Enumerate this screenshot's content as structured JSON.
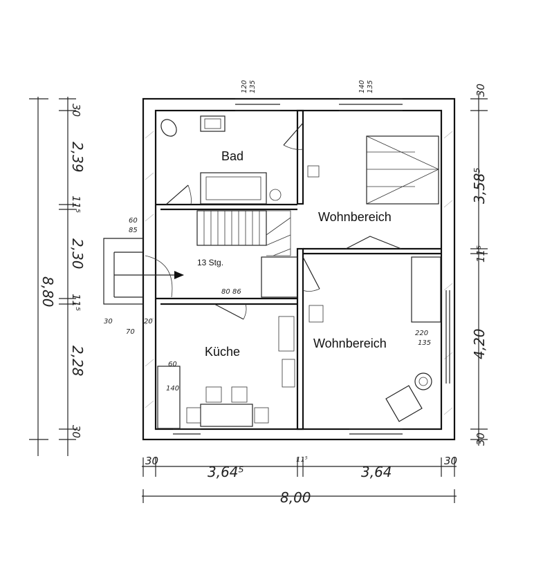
{
  "rooms": {
    "bad": "Bad",
    "wohn_top": "Wohnbereich",
    "wohn_bottom": "Wohnbereich",
    "kueche": "Küche",
    "stairs": "13 Stg."
  },
  "dims_bottom": {
    "left_wall": "30",
    "left_span": "3,64⁵",
    "mid_wall": "11⁵",
    "right_span": "3,64",
    "right_wall": "30",
    "total": "8,00"
  },
  "dims_left": {
    "top_wall": "30",
    "span1": "2,39",
    "wall1": "11⁵",
    "span2": "2,30",
    "wall2": "11⁵",
    "span3": "2,28",
    "bottom_wall": "30",
    "total": "8,80"
  },
  "dims_right": {
    "top_wall": "30",
    "span1": "3,58⁵",
    "wall1": "11⁵",
    "span2": "4,20",
    "bottom_wall": "30"
  },
  "openings": {
    "window_bad_w": "120",
    "window_bad_h": "135",
    "window_wohn_w": "140",
    "window_wohn_h": "135",
    "window_wohn2_w": "220",
    "window_wohn2_h": "135",
    "door_flur_w": "60",
    "door_flur_h": "85",
    "door_kueche_w": "80",
    "door_kueche_h": "86",
    "entry_w": "30",
    "entry_h": "70",
    "entry_d": "20",
    "kueche_win_w": "60",
    "kueche_win_h": "140"
  }
}
